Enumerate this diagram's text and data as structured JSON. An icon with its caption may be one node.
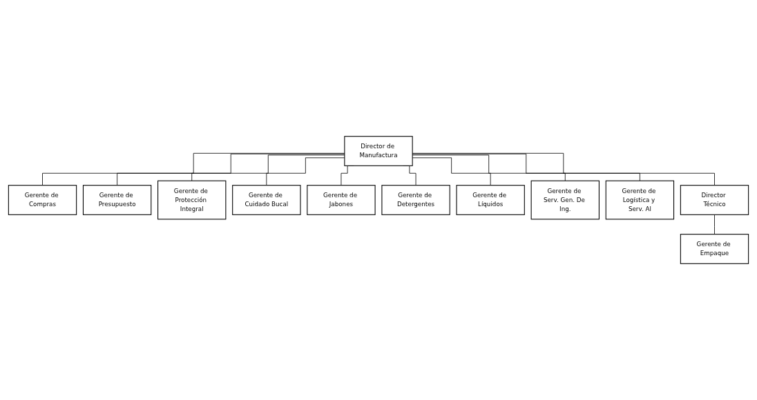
{
  "diagram": {
    "nodes": [
      {
        "text": [
          "Director de Manufactura"
        ]
      },
      {
        "text": [
          "Gerente de Compras"
        ]
      },
      {
        "text": [
          "Gerente de Presupuesto"
        ]
      },
      {
        "text": [
          "Gerente de Protección Integral"
        ]
      },
      {
        "text": [
          "Gerente de Cuidado Bucal"
        ]
      },
      {
        "text": [
          "Gerente de Jabones"
        ]
      },
      {
        "text": [
          "Gerente de Detergentes"
        ]
      },
      {
        "text": [
          "Gerente de Líquidos"
        ]
      },
      {
        "text": [
          "Gerente de Serv. Gen. De Ing."
        ]
      },
      {
        "text": [
          "Gerente de Logística y Serv. Al"
        ]
      },
      {
        "text": [
          "Director Técnico"
        ]
      },
      {
        "text": [
          "Gerente de Empaque"
        ]
      }
    ],
    "edges": [
      {
        "from": 0,
        "to": 1,
        "arrow": "none"
      },
      {
        "from": 0,
        "to": 2,
        "arrow": "none"
      },
      {
        "from": 0,
        "to": 3,
        "arrow": "none"
      },
      {
        "from": 0,
        "to": 4,
        "arrow": "none"
      },
      {
        "from": 0,
        "to": 5,
        "arrow": "none"
      },
      {
        "from": 0,
        "to": 6,
        "arrow": "none"
      },
      {
        "from": 0,
        "to": 7,
        "arrow": "none"
      },
      {
        "from": 0,
        "to": 8,
        "arrow": "none"
      },
      {
        "from": 0,
        "to": 9,
        "arrow": "none"
      },
      {
        "from": 0,
        "to": 10,
        "arrow": "none"
      },
      {
        "from": 10,
        "to": 11,
        "arrow": "none"
      }
    ]
  }
}
